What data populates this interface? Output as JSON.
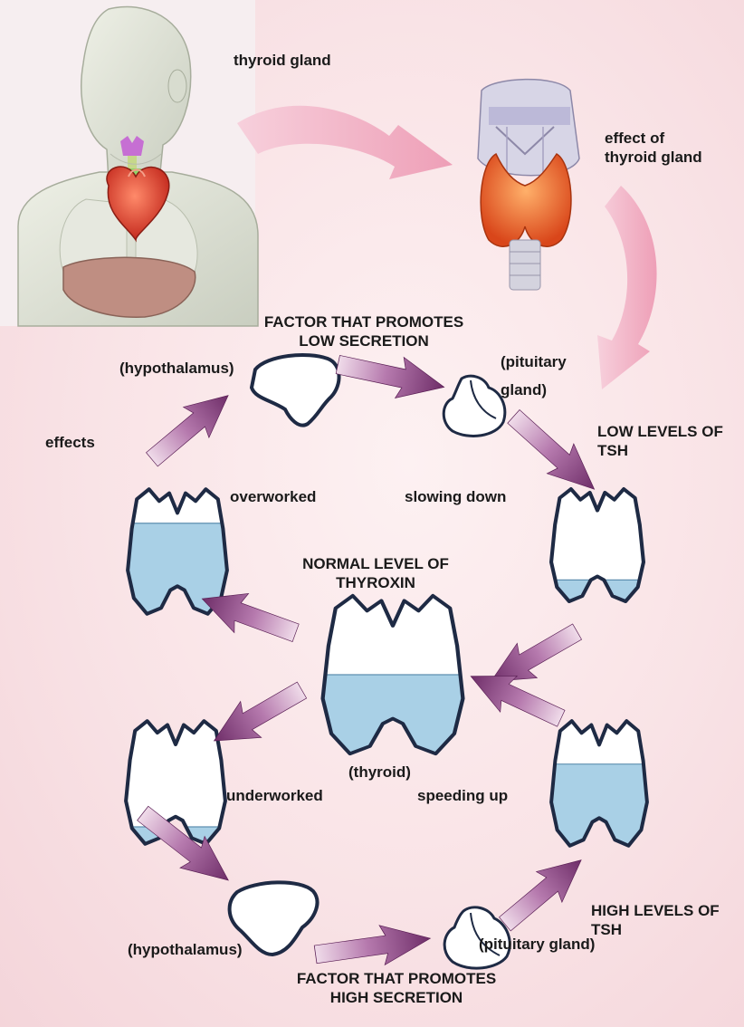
{
  "labels": {
    "thyroid_gland": "thyroid gland",
    "effect_of_thyroid_gland": "effect of\nthyroid gland",
    "factor_low_secretion": "FACTOR THAT PROMOTES\nLOW SECRETION",
    "hypothalamus_top": "(hypothalamus)",
    "pituitary_top": "(pituitary\ngland)",
    "effects": "effects",
    "low_tsh": "LOW LEVELS OF\nTSH",
    "overworked": "overworked",
    "slowing_down": "slowing down",
    "normal_thyroxin": "NORMAL LEVEL OF\nTHYROXIN",
    "thyroid": "(thyroid)",
    "underworked": "underworked",
    "speeding_up": "speeding up",
    "high_tsh": "HIGH LEVELS OF\nTSH",
    "hypothalamus_bottom": "(hypothalamus)",
    "pituitary_bottom": "(pituitary gland)",
    "factor_high_secretion": "FACTOR THAT PROMOTES\nHIGH SECRETION"
  },
  "fill_levels": {
    "overworked_thyroid": 0.72,
    "low_tsh_thyroid": 0.2,
    "normal_thyroid": 0.5,
    "underworked_thyroid": 0.15,
    "high_tsh_thyroid": 0.65
  },
  "colors": {
    "fluid": "#a9d0e6",
    "arrow": "#8a3f82",
    "arrow_light": "#c79ac0",
    "pink_arrow": "#f3b7c8",
    "thyroid_orange": "#e8652a",
    "outline": "#1e2a44"
  }
}
